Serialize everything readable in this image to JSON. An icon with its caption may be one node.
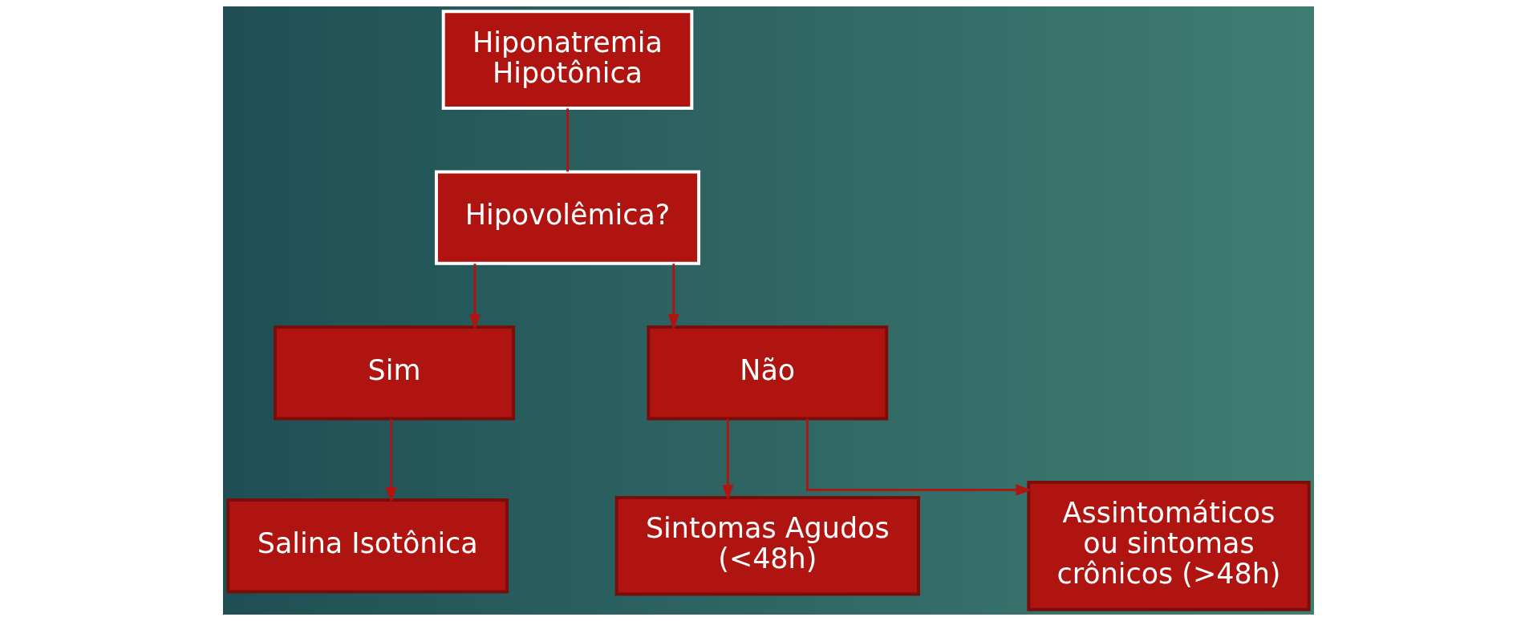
{
  "diagram": {
    "nodes": [
      {
        "text": [
          "Hiponatremia Hipotônica"
        ]
      },
      {
        "text": [
          "Hipovolêmica?"
        ]
      },
      {
        "text": [
          "Sim"
        ]
      },
      {
        "text": [
          "Não"
        ]
      },
      {
        "text": [
          "Salina Isotônica"
        ]
      },
      {
        "text": [
          "Sintomas Agudos (<48h)"
        ]
      },
      {
        "text": [
          "Assintomáticos ou sintomas crônicos (>48h)"
        ]
      }
    ],
    "edges": [
      {
        "from": 0,
        "to": 1,
        "arrow": "none"
      },
      {
        "from": 1,
        "to": 2,
        "arrow": "to"
      },
      {
        "from": 1,
        "to": 3,
        "arrow": "to"
      },
      {
        "from": 2,
        "to": 4,
        "arrow": "to"
      },
      {
        "from": 3,
        "to": 5,
        "arrow": "to"
      },
      {
        "from": 3,
        "to": 6,
        "arrow": "to"
      }
    ]
  }
}
